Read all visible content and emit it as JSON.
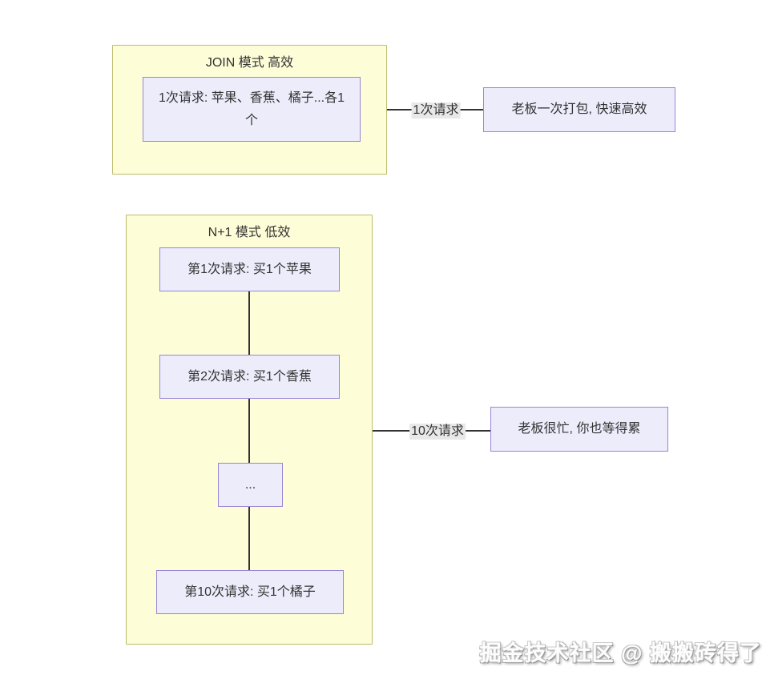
{
  "diagram": {
    "join_cluster": {
      "title": "JOIN 模式 高效",
      "request_node": "1次请求: 苹果、香蕉、橘子...各1个",
      "edge_label": "1次请求",
      "result_node": "老板一次打包, 快速高效"
    },
    "nplus1_cluster": {
      "title": "N+1 模式 低效",
      "steps": [
        "第1次请求: 买1个苹果",
        "第2次请求: 买1个香蕉",
        "...",
        "第10次请求: 买1个橘子"
      ],
      "edge_label": "10次请求",
      "result_node": "老板很忙, 你也等得累"
    },
    "watermark": "掘金技术社区 @ 搬搬砖得了",
    "colors": {
      "cluster_fill": "#fdfdd8",
      "cluster_border": "#bdbd6d",
      "node_fill": "#ececfb",
      "node_border": "#9a85d6",
      "edge_color": "#333333",
      "edge_label_bg": "#e8e8e8",
      "text": "#333333"
    }
  }
}
